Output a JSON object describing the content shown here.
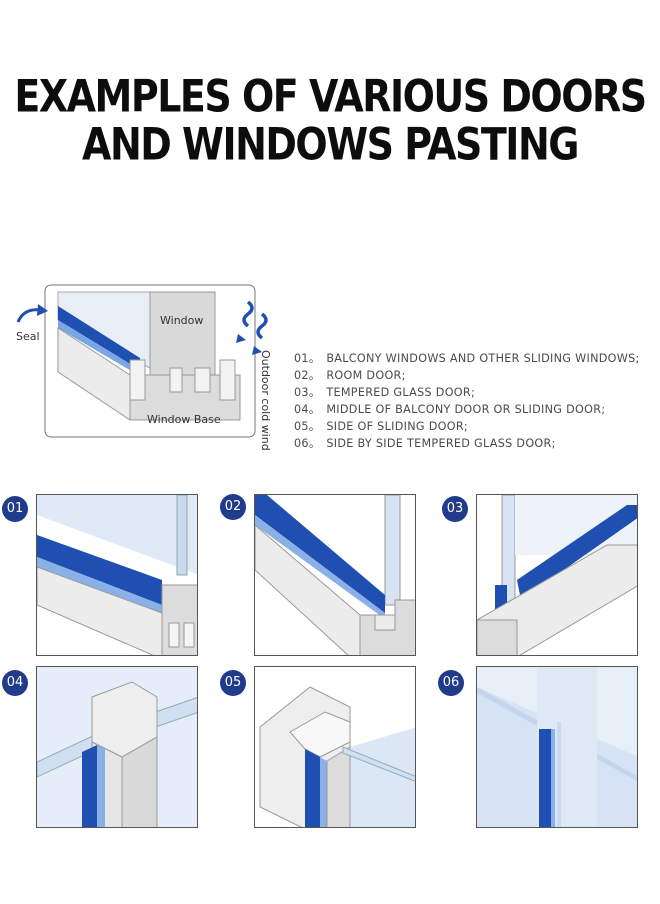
{
  "title": {
    "line1": "EXAMPLES OF VARIOUS DOORS",
    "line2": "AND WINDOWS PASTING"
  },
  "diagram": {
    "seal_label": "Seal",
    "window_label": "Window",
    "window_base_label": "Window Base",
    "wind_label": "Outdoor cold wind"
  },
  "applications": [
    {
      "num": "01。",
      "text": "BALCONY WINDOWS AND OTHER SLIDING WINDOWS;"
    },
    {
      "num": "02。",
      "text": "ROOM DOOR;"
    },
    {
      "num": "03。",
      "text": "TEMPERED GLASS DOOR;"
    },
    {
      "num": "04。",
      "text": "MIDDLE OF BALCONY DOOR OR SLIDING DOOR;"
    },
    {
      "num": "05。",
      "text": "SIDE OF SLIDING DOOR;"
    },
    {
      "num": "06。",
      "text": "SIDE BY SIDE TEMPERED GLASS DOOR;"
    }
  ],
  "panels": [
    {
      "badge": "01"
    },
    {
      "badge": "02"
    },
    {
      "badge": "03"
    },
    {
      "badge": "04"
    },
    {
      "badge": "05"
    },
    {
      "badge": "06"
    }
  ],
  "colors": {
    "seal_blue": "#1f4fb0",
    "badge_blue": "#1f3b8a",
    "glass": "#cfe0f3",
    "frame_gray": "#e6e6e6"
  }
}
